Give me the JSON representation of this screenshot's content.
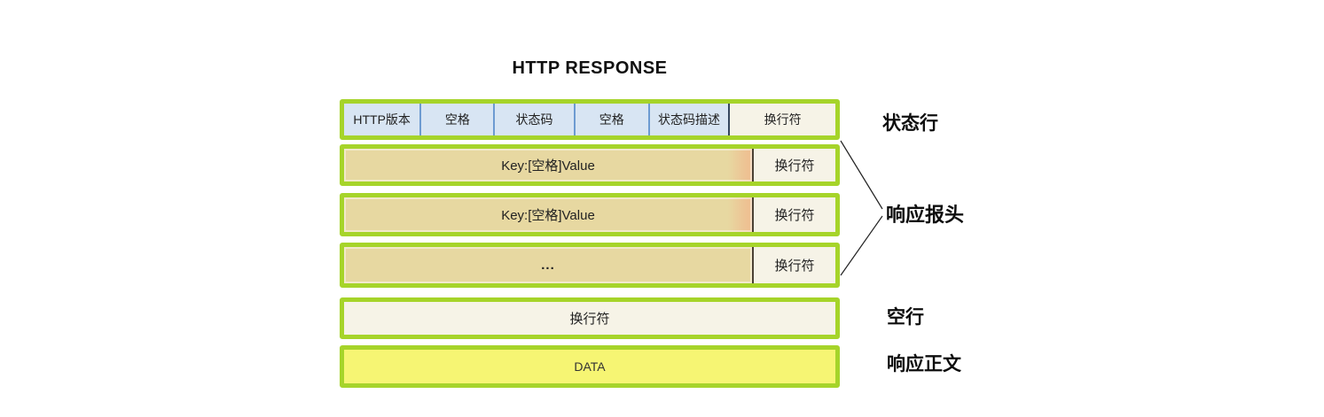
{
  "title": "HTTP RESPONSE",
  "status_line": {
    "cells": [
      "HTTP版本",
      "空格",
      "状态码",
      "空格",
      "状态码描述",
      "换行符"
    ],
    "label": "状态行"
  },
  "header_rows": [
    {
      "key": "Key:[空格]Value",
      "newline": "换行符"
    },
    {
      "key": "Key:[空格]Value",
      "newline": "换行符"
    },
    {
      "key": "...",
      "newline": "换行符"
    }
  ],
  "headers_label": "响应报头",
  "blank_line": {
    "text": "换行符",
    "label": "空行"
  },
  "body_row": {
    "text": "DATA",
    "label": "响应正文"
  },
  "colors": {
    "box_border_green": "#a6d42a",
    "status_cell_blue": "#d8e5f3",
    "status_divider_blue": "#6d9bd1",
    "header_cell_tan": "#e7d8a1",
    "newline_cell_cream": "#f6f3e7",
    "data_cell_yellow": "#f6f573",
    "text": "#1f1f1f"
  }
}
